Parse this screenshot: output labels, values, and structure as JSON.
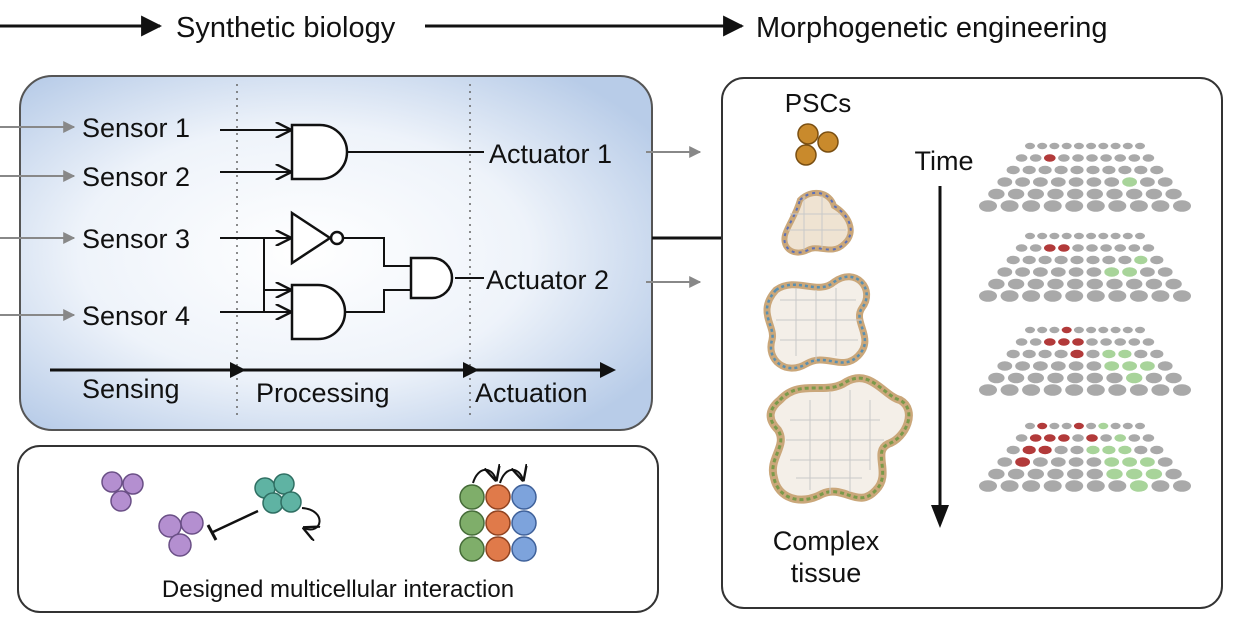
{
  "header": {
    "synthetic_biology": "Synthetic biology",
    "morphogenetic_engineering": "Morphogenetic engineering"
  },
  "circuit": {
    "sensors": [
      "Sensor 1",
      "Sensor 2",
      "Sensor 3",
      "Sensor 4"
    ],
    "actuators": [
      "Actuator 1",
      "Actuator 2"
    ],
    "stages": [
      "Sensing",
      "Processing",
      "Actuation"
    ]
  },
  "interaction": {
    "caption": "Designed multicellular interaction"
  },
  "tissue": {
    "psc_label": "PSCs",
    "time_label": "Time",
    "complex_label_line1": "Complex",
    "complex_label_line2": "tissue"
  },
  "colors": {
    "panel_fill": "#c9d8ee",
    "panel_stroke": "#555555",
    "cell_purple": "#b48fd0",
    "cell_teal": "#5fb3a3",
    "cell_green": "#7fae6a",
    "cell_orange": "#e07a4a",
    "cell_blue": "#7da3dc",
    "grid_gray": "#a9a9a9",
    "grid_red": "#b23a3a",
    "grid_green": "#a8d49a",
    "psc_gold": "#c98a2c"
  }
}
